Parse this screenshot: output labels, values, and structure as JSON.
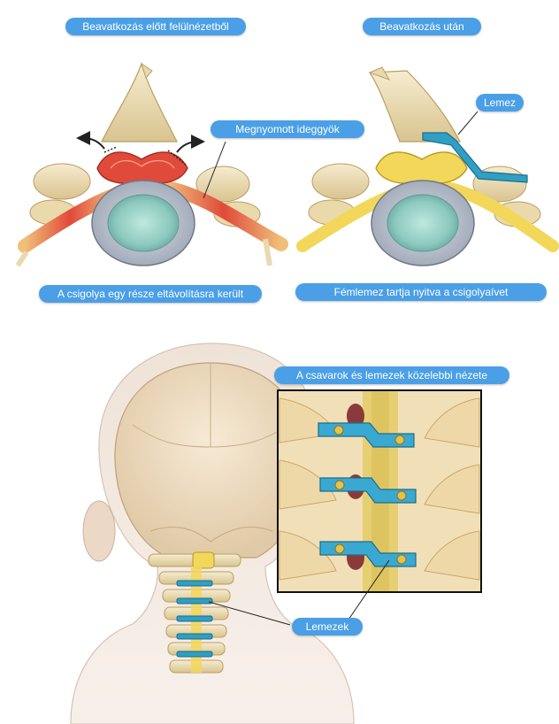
{
  "labels": {
    "before_top": "Beavatkozás előtt felülnézetből",
    "after_top": "Beavatkozás után",
    "compressed_nerve": "Megnyomott ideggyök",
    "plate_single": "Lemez",
    "before_caption": "A csigolya egy része eltávolításra került",
    "after_caption": "Fémlemez tartja nyitva a csigolyaívet",
    "closeup_title": "A csavarok és lemezek közelebbi nézete",
    "plates": "Lemezek"
  },
  "colors": {
    "label_bg": "#4a9fe6",
    "label_text": "#ffffff",
    "bone": "#e9d9b0",
    "nerve_inflamed": "#e04a3a",
    "nerve_healthy": "#f2d75a",
    "disc": "#9fd6cc",
    "plate": "#2f9fc4",
    "skin": "#f2e6dc"
  },
  "icons": [
    "arrow-up-left-icon",
    "arrow-up-right-icon"
  ]
}
